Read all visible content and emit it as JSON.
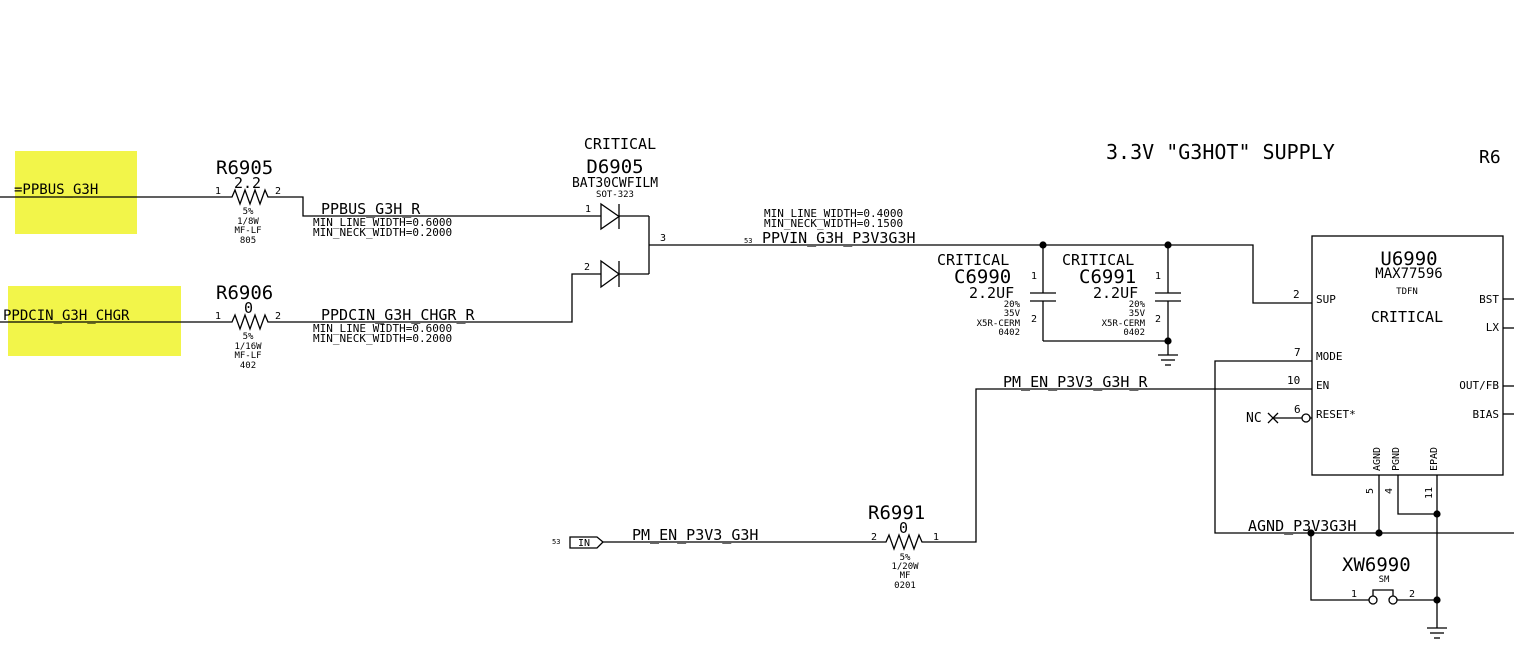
{
  "title": "3.3V \"G3HOT\" SUPPLY",
  "offpage_ref": "R6",
  "nets": {
    "ppbus": "=PPBUS_G3H",
    "ppdcin": "PPDCIN_G3H_CHGR",
    "ppbus_r": "PPBUS_G3H_R",
    "ppdcin_r": "PPDCIN_G3H_CHGR_R",
    "ppvin": "PPVIN_G3H_P3V3G3H",
    "ppvin_ref": "53",
    "pm_en_r": "PM_EN_P3V3_G3H_R",
    "pm_en": "PM_EN_P3V3_G3H",
    "pm_en_ref": "53",
    "in_flag": "IN",
    "agnd": "AGND_P3V3G3H"
  },
  "constraints": {
    "ppbus_r_line": "MIN_LINE_WIDTH=0.6000",
    "ppbus_r_neck": "MIN_NECK_WIDTH=0.2000",
    "ppdcin_r_line": "MIN_LINE_WIDTH=0.6000",
    "ppdcin_r_neck": "MIN_NECK_WIDTH=0.2000",
    "ppvin_line": "MIN_LINE_WIDTH=0.4000",
    "ppvin_neck": "MIN_NECK_WIDTH=0.1500"
  },
  "r6905": {
    "ref": "R6905",
    "value": "2.2",
    "tol": "5%",
    "power": "1/8W",
    "type": "MF-LF",
    "pkg": "805",
    "pin1": "1",
    "pin2": "2"
  },
  "r6906": {
    "ref": "R6906",
    "value": "0",
    "tol": "5%",
    "power": "1/16W",
    "type": "MF-LF",
    "pkg": "402",
    "pin1": "1",
    "pin2": "2"
  },
  "r6991": {
    "ref": "R6991",
    "value": "0",
    "tol": "5%",
    "power": "1/20W",
    "type": "MF",
    "pkg": "0201",
    "pin1": "1",
    "pin2": "2"
  },
  "d6905": {
    "critical": "CRITICAL",
    "ref": "D6905",
    "part": "BAT30CWFILM",
    "pkg": "SOT-323",
    "pin1": "1",
    "pin2": "2",
    "pin3": "3"
  },
  "c6990": {
    "critical": "CRITICAL",
    "ref": "C6990",
    "value": "2.2UF",
    "tol": "20%",
    "volt": "35V",
    "type": "X5R-CERM",
    "pkg": "0402",
    "pin1": "1",
    "pin2": "2"
  },
  "c6991": {
    "critical": "CRITICAL",
    "ref": "C6991",
    "value": "2.2UF",
    "tol": "20%",
    "volt": "35V",
    "type": "X5R-CERM",
    "pkg": "0402",
    "pin1": "1",
    "pin2": "2"
  },
  "u6990": {
    "ref": "U6990",
    "part": "MAX77596",
    "pkg": "TDFN",
    "critical": "CRITICAL",
    "pins": {
      "sup": "SUP",
      "sup_num": "2",
      "mode": "MODE",
      "mode_num": "7",
      "en": "EN",
      "en_num": "10",
      "reset": "RESET*",
      "reset_num": "6",
      "bst": "BST",
      "lx": "LX",
      "outfb": "OUT/FB",
      "bias": "BIAS",
      "agnd": "AGND",
      "agnd_num": "5",
      "pgnd": "PGND",
      "pgnd_num": "4",
      "epad": "EPAD",
      "epad_num": "11"
    }
  },
  "nc": "NC",
  "xw6990": {
    "ref": "XW6990",
    "pkg": "SM",
    "pin1": "1",
    "pin2": "2"
  }
}
